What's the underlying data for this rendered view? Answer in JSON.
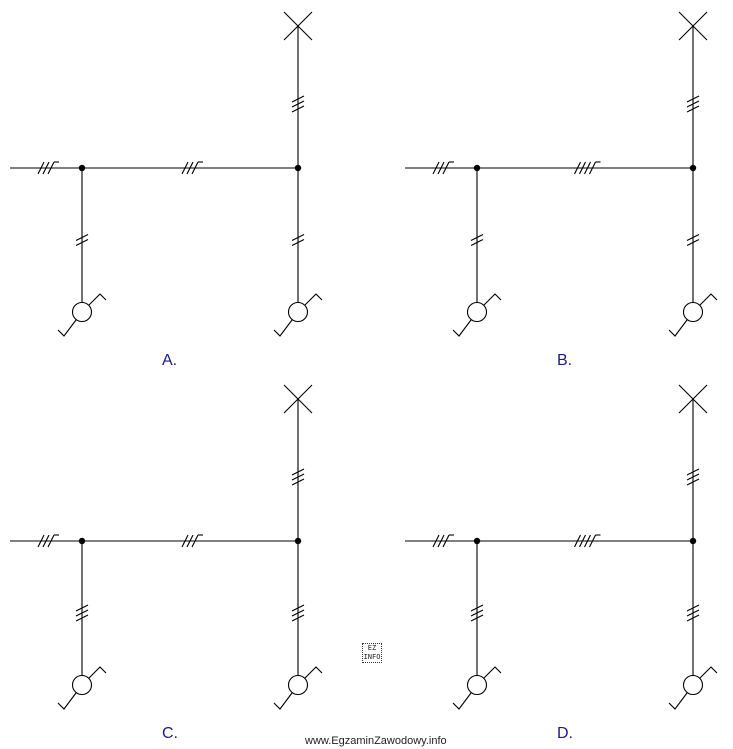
{
  "diagrams": [
    {
      "label": "A.",
      "feed_ticks": 3,
      "mid_ticks": 3,
      "up_ticks": 3,
      "left_down_ticks": 2,
      "right_down_ticks": 2
    },
    {
      "label": "B.",
      "feed_ticks": 3,
      "mid_ticks": 4,
      "up_ticks": 3,
      "left_down_ticks": 2,
      "right_down_ticks": 2
    },
    {
      "label": "C.",
      "feed_ticks": 3,
      "mid_ticks": 3,
      "up_ticks": 3,
      "left_down_ticks": 3,
      "right_down_ticks": 3
    },
    {
      "label": "D.",
      "feed_ticks": 3,
      "mid_ticks": 4,
      "up_ticks": 3,
      "left_down_ticks": 3,
      "right_down_ticks": 3
    }
  ],
  "watermark": {
    "logo_text": "EZ INFO",
    "url": "www.EgzaminZawodowy.info"
  }
}
